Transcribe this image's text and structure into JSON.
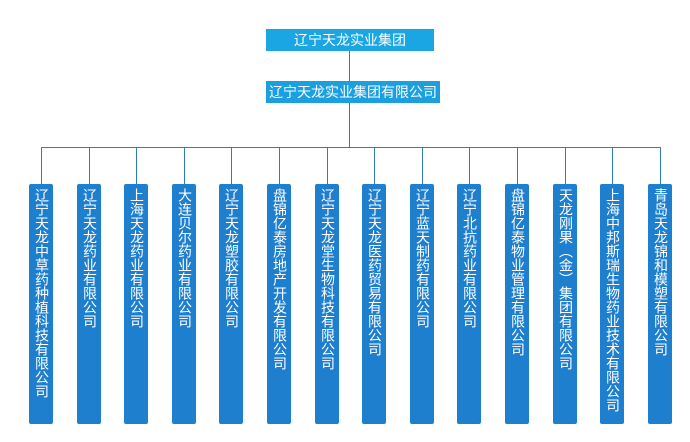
{
  "colors": {
    "box_top": "#1aa6e3",
    "box_mid": "#1a9fe0",
    "sub_box": "#1e7fcf",
    "line": "#2d7dc4"
  },
  "org": {
    "top": "辽宁天龙实业集团",
    "parent": "辽宁天龙实业集团有限公司",
    "subsidiaries": [
      "辽宁天龙中草药种植科技有限公司",
      "辽宁天龙药业有限公司",
      "上海天龙药业有限公司",
      "大连贝尔药业有限公司",
      "辽宁天龙塑胶有限公司",
      "盘锦亿泰房地产开发有限公司",
      "辽宁天龙堂生物科技有限公司",
      "辽宁天龙医药贸易有限公司",
      "辽宁蓝天制药有限公司",
      "辽宁北抗药业有限公司",
      "盘锦亿泰物业管理有限公司",
      "天龙刚果（金）集团有限公司",
      "上海中邦斯瑞生物药业技术有限公司",
      "青岛天龙锦和模塑有限公司"
    ]
  }
}
